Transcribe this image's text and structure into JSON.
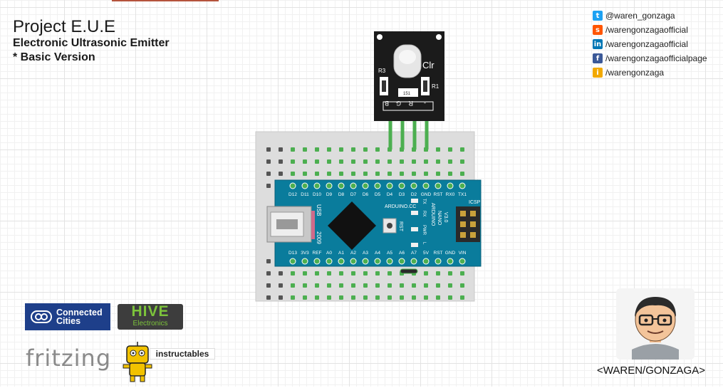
{
  "header": {
    "title": "Project E.U.E",
    "subtitle": "Electronic Ultrasonic Emitter",
    "version": "* Basic Version"
  },
  "social": [
    {
      "icon": "twitter-icon",
      "color": "#1da1f2",
      "glyph": "t",
      "text": "@waren_gonzaga"
    },
    {
      "icon": "soundcloud-icon",
      "color": "#ff5500",
      "glyph": "s",
      "text": "/warengonzagaofficial"
    },
    {
      "icon": "linkedin-icon",
      "color": "#0077b5",
      "glyph": "in",
      "text": "/warengonzagaofficial"
    },
    {
      "icon": "facebook-icon",
      "color": "#3b5998",
      "glyph": "f",
      "text": "/warengonzagaofficialpage"
    },
    {
      "icon": "instructables-icon",
      "color": "#f2a900",
      "glyph": "i",
      "text": "/warengonzaga"
    }
  ],
  "led_module": {
    "label": "Clr",
    "resistor_left": "R3",
    "resistor_right": "R1",
    "resistor_value": "151",
    "pins": [
      "B",
      "G",
      "R",
      "-"
    ]
  },
  "arduino": {
    "brand": "ARDUINO.CC",
    "model": [
      "ARDUINO",
      "NANO",
      "V3.0"
    ],
    "year": "2009",
    "usb": "USB",
    "rst": "RST",
    "icsp": "ICSP",
    "top_pins": [
      "D12",
      "D11",
      "D10",
      "D9",
      "D8",
      "D7",
      "D6",
      "D5",
      "D4",
      "D3",
      "D2",
      "GND",
      "RST",
      "RX0",
      "TX1"
    ],
    "bottom_pins": [
      "D13",
      "3V3",
      "REF",
      "A0",
      "A1",
      "A2",
      "A3",
      "A4",
      "A5",
      "A6",
      "A7",
      "5V",
      "RST",
      "GND",
      "VIN"
    ],
    "leds": [
      "TX",
      "RX",
      "PWR",
      "L"
    ]
  },
  "logos": {
    "connected_cities": [
      "Connected",
      "Cities"
    ],
    "hive": [
      "HIVE",
      "Electronics"
    ],
    "fritzing": "fritzing",
    "instructables": "instructables"
  },
  "signature": "<WAREN/GONZAGA>",
  "colors": {
    "board": "#0a7c9c",
    "chip": "#111111",
    "wire": "#4caf50",
    "breadboard": "#dddddd",
    "module": "#1b1b1b"
  }
}
